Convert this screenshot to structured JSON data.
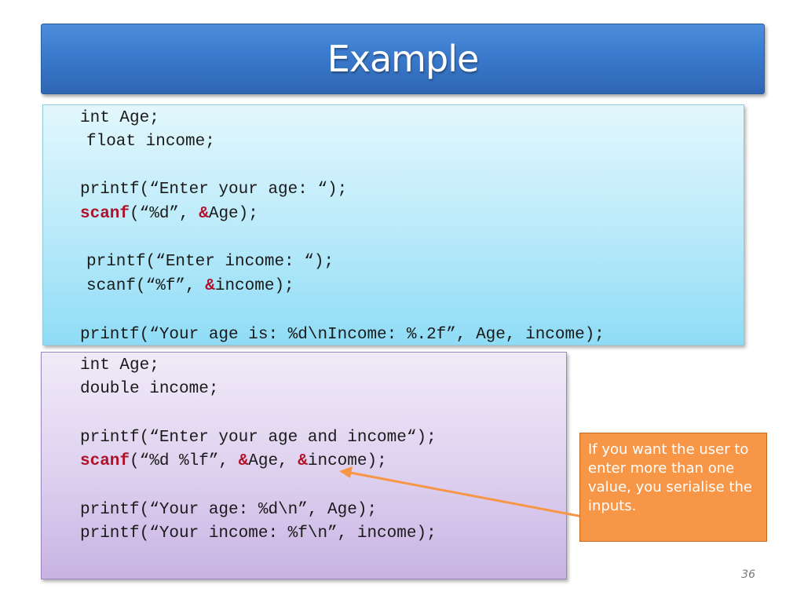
{
  "slide": {
    "title": "Example",
    "slide_number": "36"
  },
  "code_block_1": {
    "line1": "int Age;",
    "line2": "float income;",
    "line3": "printf(“Enter your age: “);",
    "line4_kw": "scanf",
    "line4_a": "(“%d”, ",
    "line4_amp": "&",
    "line4_b": "Age);",
    "line5": "printf(“Enter income: “);",
    "line6_a": "scanf(“%f”, ",
    "line6_amp": "&",
    "line6_b": "income);",
    "line7": "printf(“Your age is: %d\\nIncome: %.2f”, Age, income);"
  },
  "code_block_2": {
    "line1": "int Age;",
    "line2": "double income;",
    "line3": "printf(“Enter your age and income“);",
    "line4_kw": "scanf",
    "line4_a": "(“%d %lf”, ",
    "line4_amp1": "&",
    "line4_b": "Age, ",
    "line4_amp2": "&",
    "line4_c": "income);",
    "line5": "printf(“Your age: %d\\n”, Age);",
    "line6": "printf(“Your income: %f\\n”, income);"
  },
  "callout": {
    "text": "If you want the user to enter more than one value, you serialise the inputs."
  },
  "colors": {
    "title_bar": "#3a7acc",
    "keyword": "#b0112a",
    "callout": "#f79646",
    "arrow": "#f79646"
  }
}
